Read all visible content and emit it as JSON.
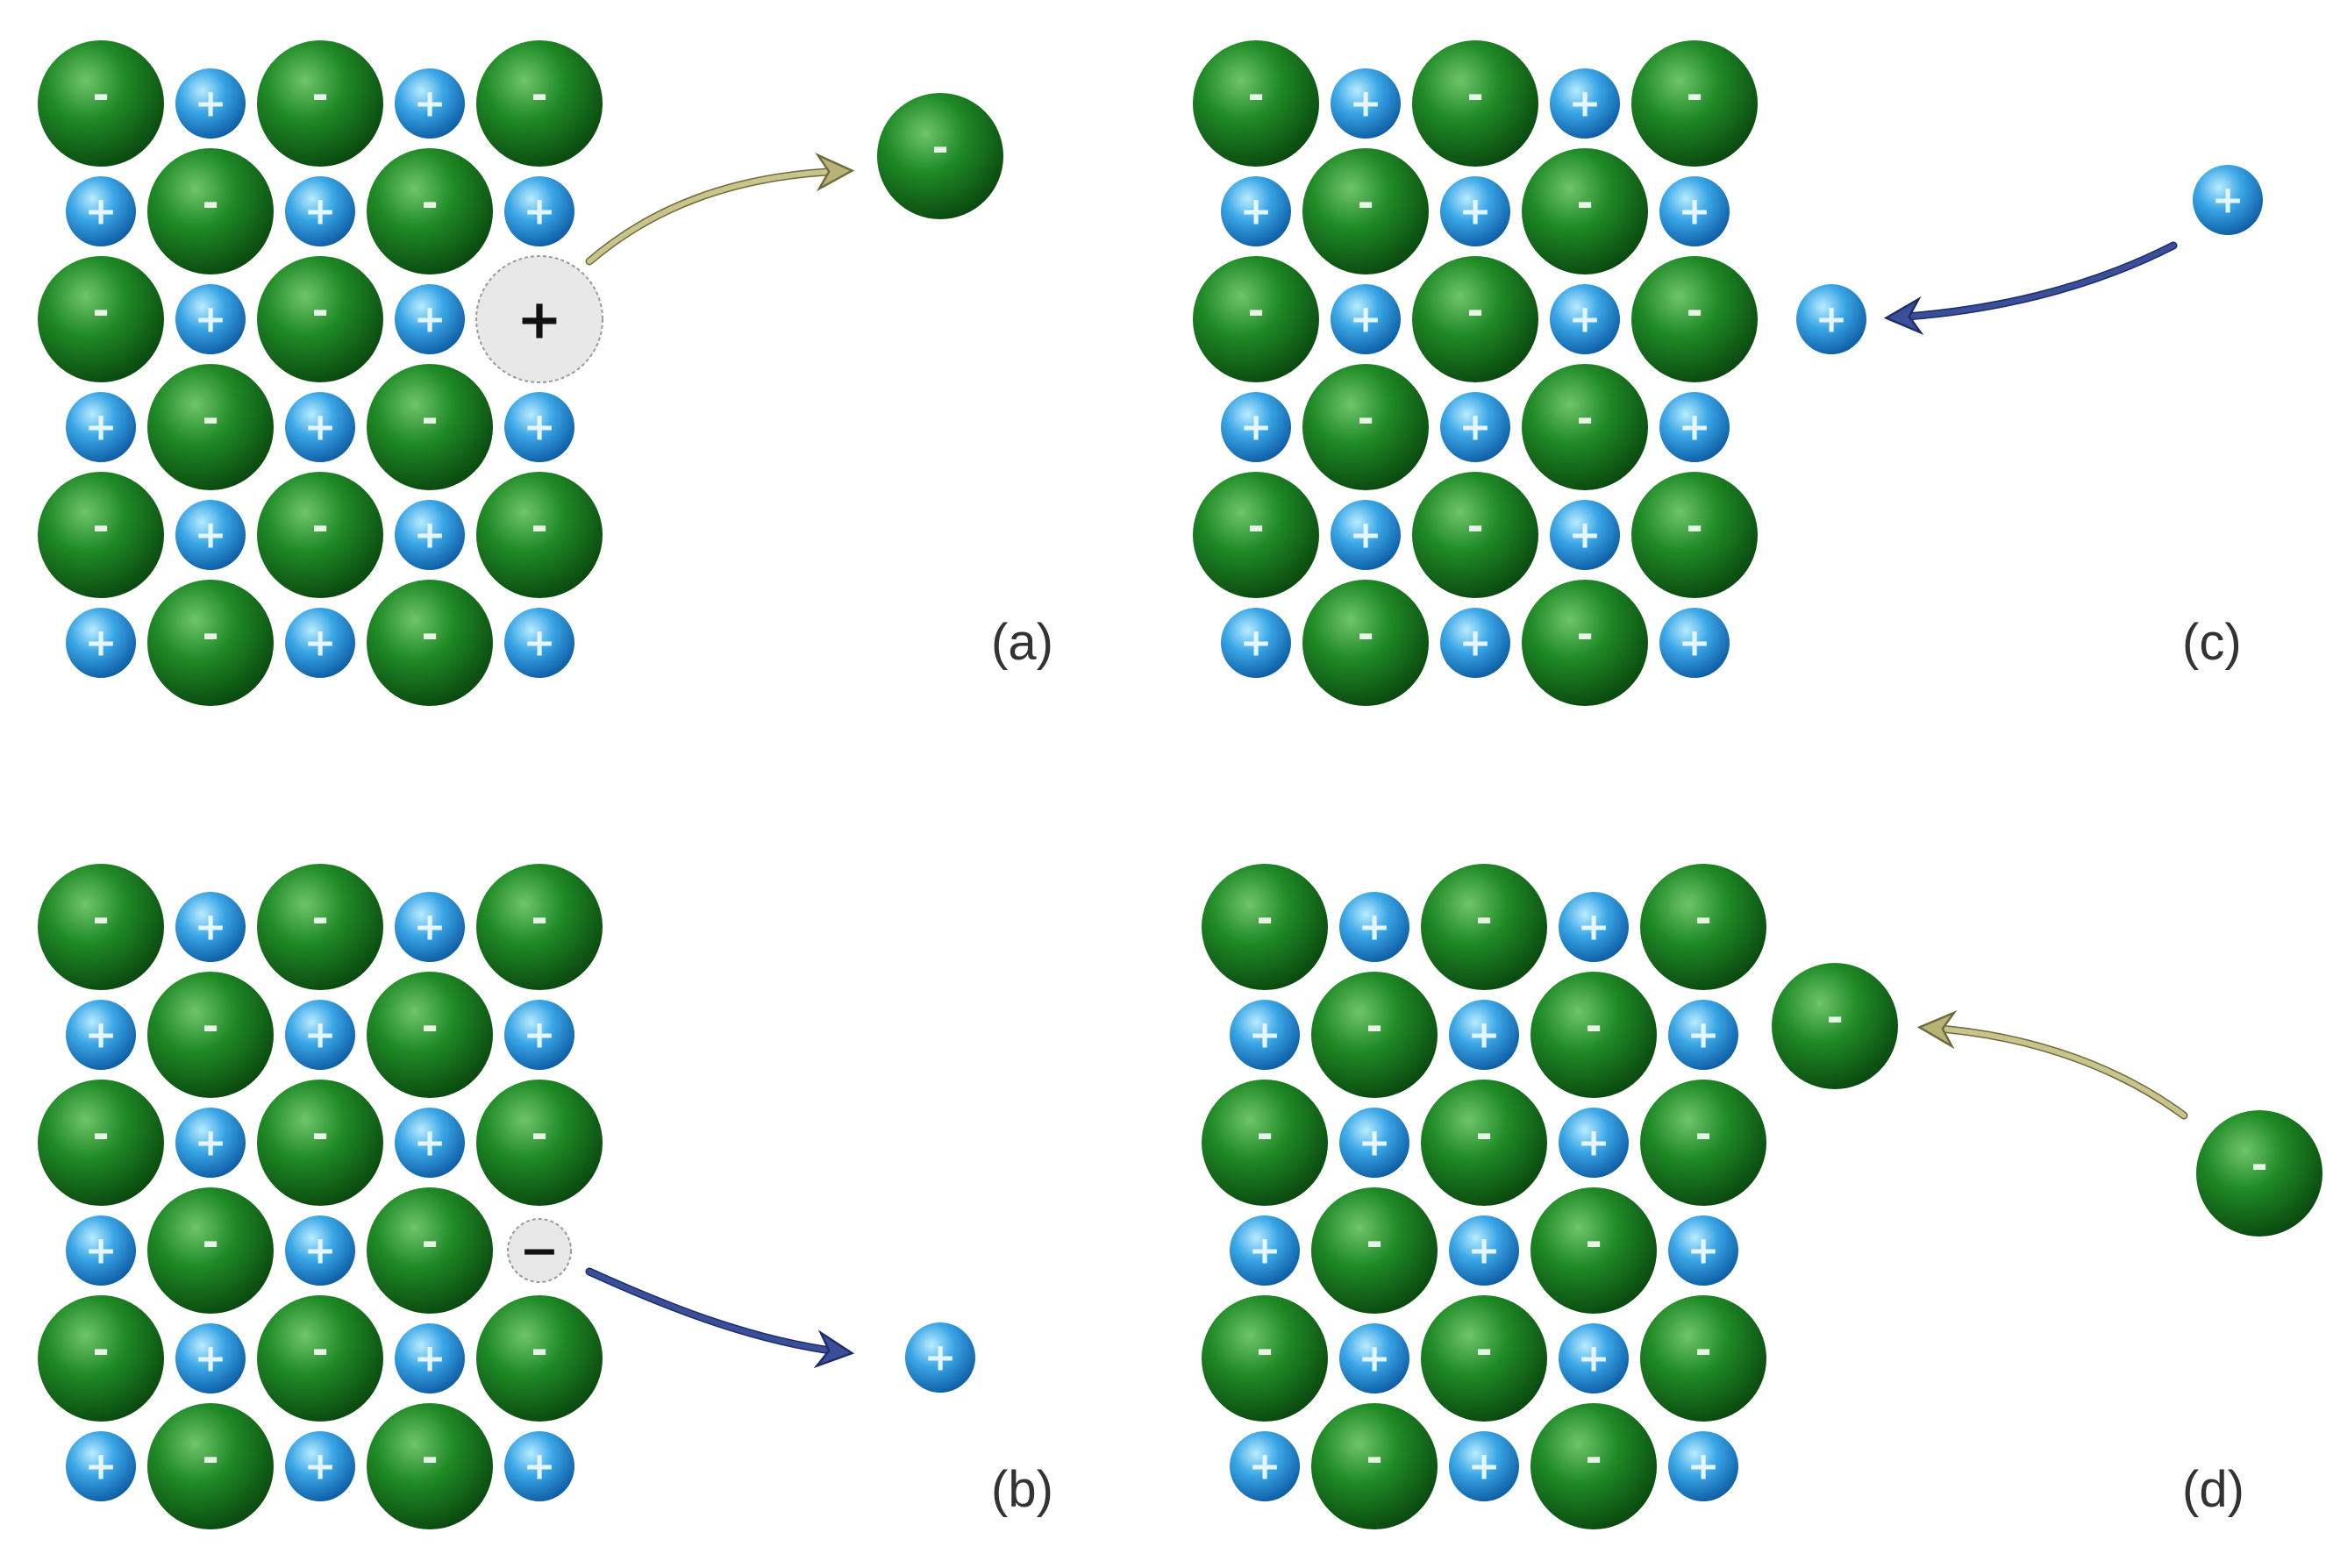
{
  "colors": {
    "anion_light": "#6fc46a",
    "anion_mid": "#1f8a26",
    "anion_dark": "#0b4a10",
    "cation_light": "#b9ecff",
    "cation_mid": "#3aa6e6",
    "cation_dark": "#0f5fa6",
    "vacancy_fill": "#e8e8e8",
    "vacancy_stroke": "#9a9a9a",
    "arrow_anion": "#c9c48a",
    "arrow_cation": "#3a4f9a",
    "sign_light": "#e8f3e8",
    "sign_dark": "#111111"
  },
  "signs": {
    "anion": "-",
    "cation": "+"
  },
  "panels": [
    {
      "id": "a",
      "label": "(a)",
      "vacancy": {
        "row": 2,
        "col": 4,
        "kind": "cation",
        "sign": "+"
      },
      "escaped_ion": "anion",
      "arrow": "out",
      "arrow_color": "arrow_anion"
    },
    {
      "id": "b",
      "label": "(b)",
      "vacancy": {
        "row": 3,
        "col": 4,
        "kind": "anion",
        "sign": "−"
      },
      "escaped_ion": "cation",
      "arrow": "out",
      "arrow_color": "arrow_cation"
    },
    {
      "id": "c",
      "label": "(c)",
      "vacancy": null,
      "adsorbed_ion": "cation",
      "arrow": "in",
      "arrow_color": "arrow_cation"
    },
    {
      "id": "d",
      "label": "(d)",
      "vacancy": null,
      "adsorbed_ion": "anion",
      "arrow": "in",
      "arrow_color": "arrow_anion"
    }
  ]
}
